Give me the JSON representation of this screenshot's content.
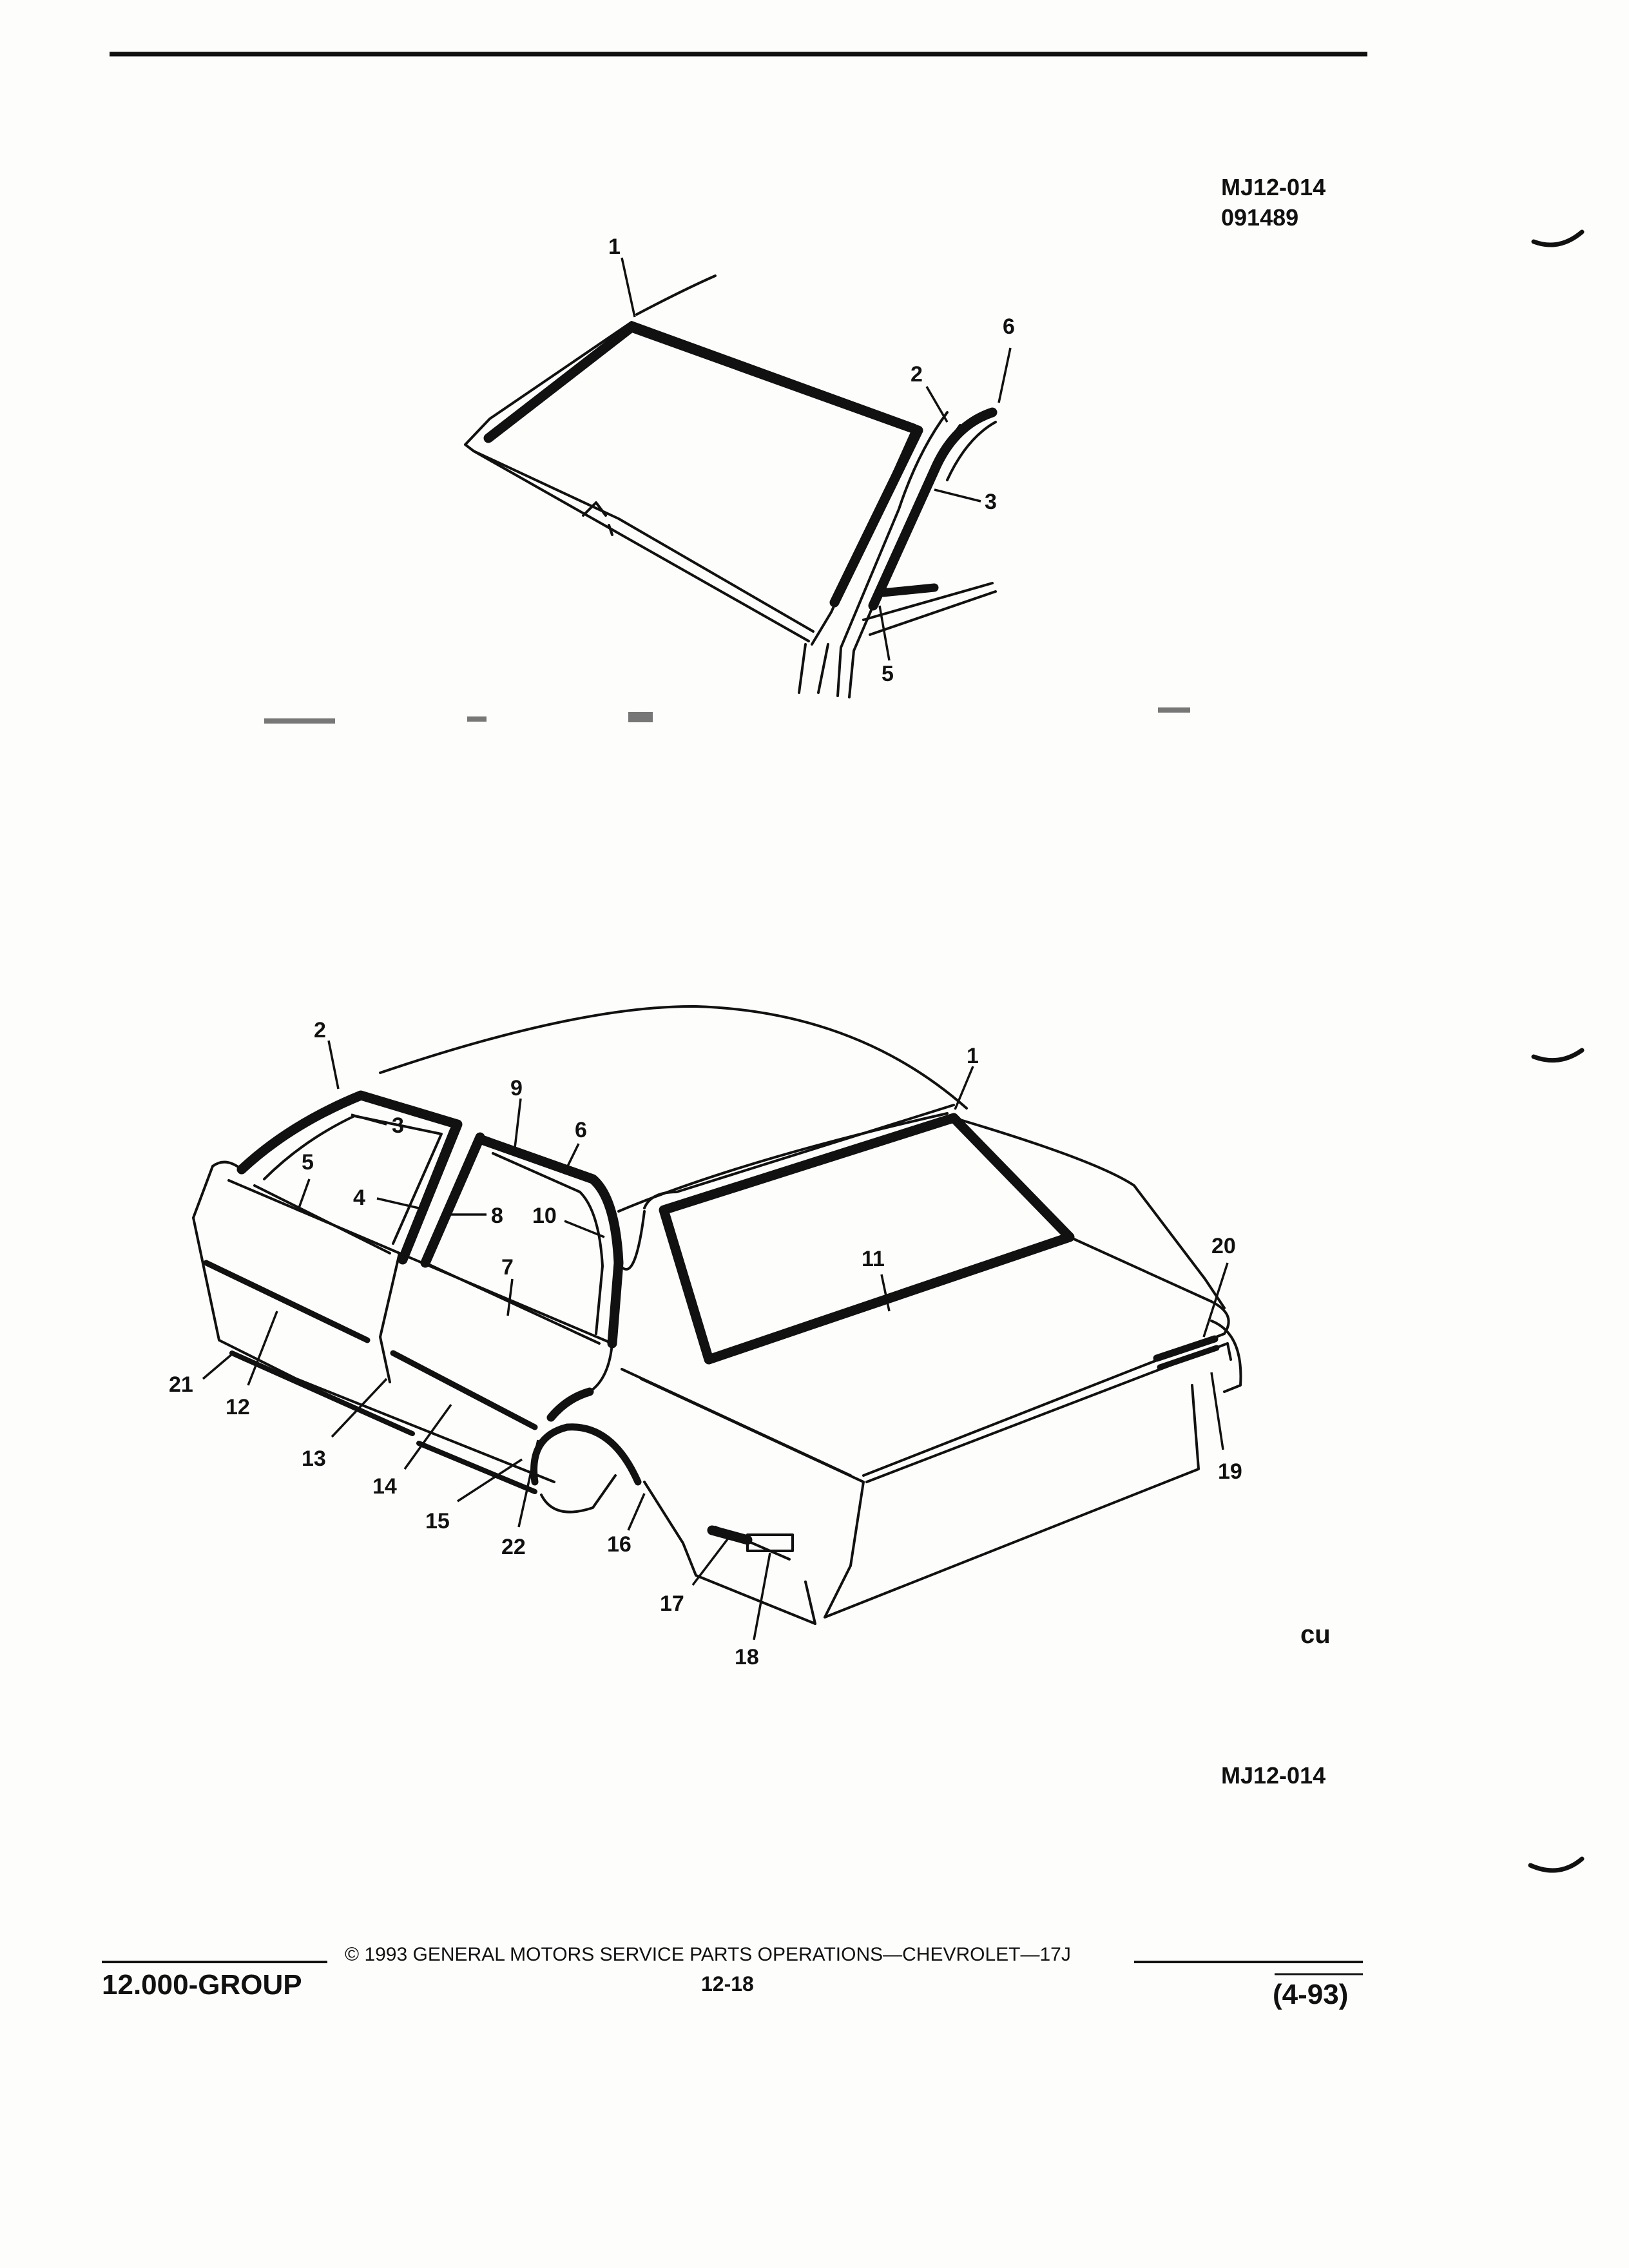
{
  "figure": {
    "code_top": "MJ12-014",
    "date_code": "091489",
    "code_bottom": "MJ12-014",
    "mark": "cu"
  },
  "top_view_callouts": [
    "1",
    "2",
    "3",
    "5",
    "6"
  ],
  "bottom_view_callouts": [
    "1",
    "2",
    "3",
    "4",
    "5",
    "6",
    "7",
    "8",
    "9",
    "10",
    "11",
    "12",
    "13",
    "14",
    "15",
    "16",
    "17",
    "18",
    "19",
    "20",
    "21",
    "22"
  ],
  "footer": {
    "group": "12.000-GROUP",
    "copyright": "© 1993 GENERAL MOTORS SERVICE PARTS OPERATIONS—CHEVROLET—17J",
    "page": "12-18",
    "revision": "(4-93)"
  }
}
